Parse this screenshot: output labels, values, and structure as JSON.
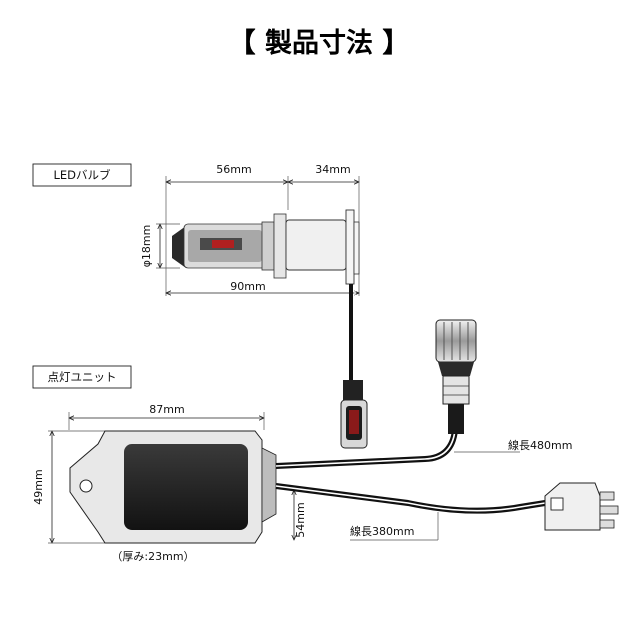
{
  "title": "【 製品寸法 】",
  "sections": {
    "bulb": "LEDバルブ",
    "unit": "点灯ユニット"
  },
  "dimensions": {
    "bulb_length_front": "56mm",
    "bulb_length_rear": "34mm",
    "bulb_diameter": "φ18mm",
    "bulb_total": "90mm",
    "unit_width": "87mm",
    "unit_height": "49mm",
    "unit_depth": "54mm",
    "unit_thickness": "（厚み:23mm）",
    "cable_long": "線長480mm",
    "cable_short": "線長380mm"
  }
}
